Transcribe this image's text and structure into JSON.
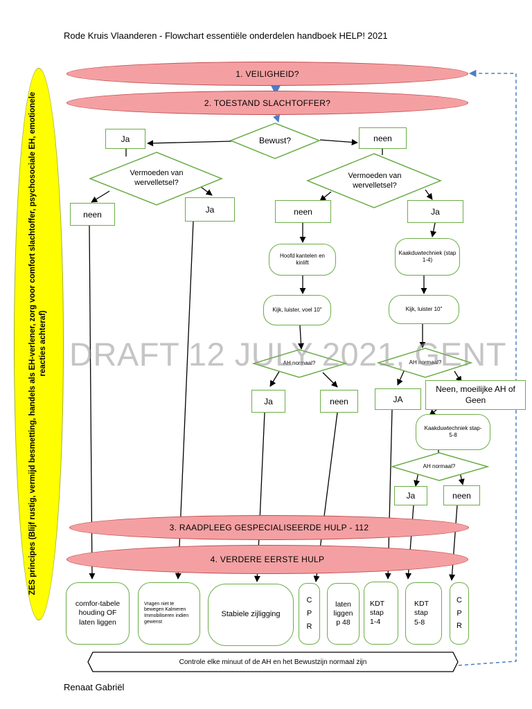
{
  "header": {
    "title": "Rode Kruis Vlaanderen - Flowchart essentiële onderdelen handboek HELP! 2021"
  },
  "footer": {
    "author": "Renaat Gabriël"
  },
  "watermark": "DRAFT 12 JULY 2021, GENT",
  "side_note": "ZES principes (Blijf rustig, vermijd besmetting, handels als EH-verlener, zorg voor comfort slachtoffer, psychosociale EH, emotionele reacties achteraf)",
  "steps": {
    "s1": "1.   VEILIGHEID?",
    "s2": "2.   TOESTAND SLACHTOFFER?",
    "s3": "3. RAADPLEEG GESPECIALISEERDE HULP - 112",
    "s4": "4. VERDERE EERSTE HULP"
  },
  "decisions": {
    "bewust": "Bewust?",
    "vermoeden_left": "Vermoeden van wervelletsel?",
    "vermoeden_right": "Vermoeden van wervelletsel?",
    "ah_normaal_1": "AH normaal?",
    "ah_normaal_2": "AH normaal?",
    "ah_normaal_3": "AH normaal?"
  },
  "answers": {
    "ja_top": "Ja",
    "neen_top": "neen",
    "neen_left": "neen",
    "ja_left": "Ja",
    "neen_mid": "neen",
    "ja_mid": "Ja",
    "ja_ah1": "Ja",
    "neen_ah1": "neen",
    "ja_ah2": "JA",
    "neen_moeilijk": "Neen, moeilijke AH of Geen",
    "ja_ah3": "Ja",
    "neen_ah3": "neen"
  },
  "actions": {
    "hoofd_kantelen": "Hoofd kantelen en kinlift",
    "kijk_luister_voel": "Kijk, luister, voel 10\"",
    "kaakduw_1_4": "Kaakduwtechniek (stap 1-4)",
    "kijk_luister": "Kijk, luister 10\"",
    "kaakduw_5_8": "Kaakduwtechniek stap-5-8"
  },
  "outcomes": {
    "comfortabele": "comfor-tabele houding OF laten liggen",
    "vragen": "Vragen niet te bewegen Kalmeren Immobiliseren indien gewenst",
    "stabiele": "Stabiele zijligging",
    "cpr1": "C P R",
    "laten_liggen": "laten liggen p 48",
    "kdt_1_4": "KDT stap 1-4",
    "kdt_5_8": "KDT stap 5-8",
    "cpr2": "C P R"
  },
  "control": "Controle elke minuut of de AH en het Bewustzijn normaal zijn",
  "colors": {
    "pink": "#f4a0a2",
    "pink_border": "#c24b4f",
    "green": "#6aac46",
    "yellow": "#ffff00",
    "blue": "#4a7dc4"
  }
}
